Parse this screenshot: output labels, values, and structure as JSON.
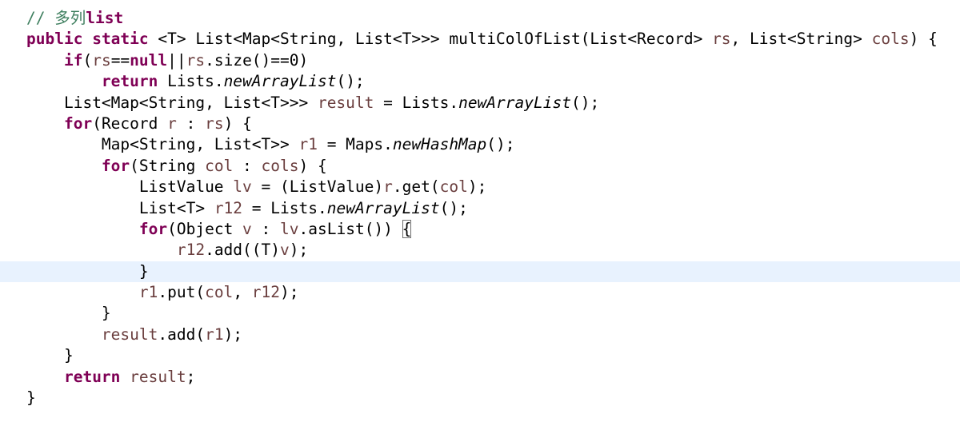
{
  "editor": {
    "current_line": 13,
    "lines": [
      {
        "indent": 0,
        "tokens": [
          {
            "t": "// ",
            "c": "comment"
          },
          {
            "t": "多列",
            "c": "comment-cjk"
          },
          {
            "t": "list",
            "c": "kw"
          }
        ]
      },
      {
        "indent": 0,
        "tokens": [
          {
            "t": "public",
            "c": "kw"
          },
          {
            "t": " "
          },
          {
            "t": "static",
            "c": "kw"
          },
          {
            "t": " <T> List<Map<String, List<T>>> multiColOfList(List<Record> "
          },
          {
            "t": "rs",
            "c": "var"
          },
          {
            "t": ", List<String> "
          },
          {
            "t": "cols",
            "c": "var"
          },
          {
            "t": ") {"
          }
        ]
      },
      {
        "indent": 1,
        "tokens": [
          {
            "t": "if",
            "c": "kw"
          },
          {
            "t": "("
          },
          {
            "t": "rs",
            "c": "var"
          },
          {
            "t": "=="
          },
          {
            "t": "null",
            "c": "kw"
          },
          {
            "t": "||"
          },
          {
            "t": "rs",
            "c": "var"
          },
          {
            "t": ".size()==0)"
          }
        ]
      },
      {
        "indent": 2,
        "tokens": [
          {
            "t": "return",
            "c": "kw"
          },
          {
            "t": " Lists."
          },
          {
            "t": "newArrayList",
            "c": "italic"
          },
          {
            "t": "();"
          }
        ]
      },
      {
        "indent": 1,
        "tokens": [
          {
            "t": "List<Map<String, List<T>>> "
          },
          {
            "t": "result",
            "c": "var"
          },
          {
            "t": " = Lists."
          },
          {
            "t": "newArrayList",
            "c": "italic"
          },
          {
            "t": "();"
          }
        ]
      },
      {
        "indent": 1,
        "tokens": [
          {
            "t": "for",
            "c": "kw"
          },
          {
            "t": "(Record "
          },
          {
            "t": "r",
            "c": "var"
          },
          {
            "t": " : "
          },
          {
            "t": "rs",
            "c": "var"
          },
          {
            "t": ") {"
          }
        ]
      },
      {
        "indent": 2,
        "tokens": [
          {
            "t": "Map<String, List<T>> "
          },
          {
            "t": "r1",
            "c": "var"
          },
          {
            "t": " = Maps."
          },
          {
            "t": "newHashMap",
            "c": "italic"
          },
          {
            "t": "();"
          }
        ]
      },
      {
        "indent": 2,
        "tokens": [
          {
            "t": "for",
            "c": "kw"
          },
          {
            "t": "(String "
          },
          {
            "t": "col",
            "c": "var"
          },
          {
            "t": " : "
          },
          {
            "t": "cols",
            "c": "var"
          },
          {
            "t": ") {"
          }
        ]
      },
      {
        "indent": 3,
        "tokens": [
          {
            "t": "ListValue "
          },
          {
            "t": "lv",
            "c": "var"
          },
          {
            "t": " = (ListValue)"
          },
          {
            "t": "r",
            "c": "var"
          },
          {
            "t": ".get("
          },
          {
            "t": "col",
            "c": "var"
          },
          {
            "t": ");"
          }
        ]
      },
      {
        "indent": 3,
        "tokens": [
          {
            "t": "List<T> "
          },
          {
            "t": "r12",
            "c": "var"
          },
          {
            "t": " = Lists."
          },
          {
            "t": "newArrayList",
            "c": "italic"
          },
          {
            "t": "();"
          }
        ]
      },
      {
        "indent": 3,
        "tokens": [
          {
            "t": "for",
            "c": "kw"
          },
          {
            "t": "(Object "
          },
          {
            "t": "v",
            "c": "var"
          },
          {
            "t": " : "
          },
          {
            "t": "lv",
            "c": "var"
          },
          {
            "t": ".asList()) "
          },
          {
            "t": "{",
            "c": "brace-match"
          }
        ]
      },
      {
        "indent": 4,
        "tokens": [
          {
            "t": "r12",
            "c": "var"
          },
          {
            "t": ".add((T)"
          },
          {
            "t": "v",
            "c": "var"
          },
          {
            "t": ");"
          }
        ]
      },
      {
        "indent": 3,
        "tokens": [
          {
            "t": "}"
          }
        ]
      },
      {
        "indent": 3,
        "tokens": [
          {
            "t": "r1",
            "c": "var"
          },
          {
            "t": ".put("
          },
          {
            "t": "col",
            "c": "var"
          },
          {
            "t": ", "
          },
          {
            "t": "r12",
            "c": "var"
          },
          {
            "t": ");"
          }
        ]
      },
      {
        "indent": 2,
        "tokens": [
          {
            "t": "}"
          }
        ]
      },
      {
        "indent": 2,
        "tokens": [
          {
            "t": "result",
            "c": "var"
          },
          {
            "t": ".add("
          },
          {
            "t": "r1",
            "c": "var"
          },
          {
            "t": ");"
          }
        ]
      },
      {
        "indent": 1,
        "tokens": [
          {
            "t": "}"
          }
        ]
      },
      {
        "indent": 1,
        "tokens": [
          {
            "t": "return",
            "c": "kw"
          },
          {
            "t": " "
          },
          {
            "t": "result",
            "c": "var"
          },
          {
            "t": ";"
          }
        ]
      },
      {
        "indent": 0,
        "tokens": [
          {
            "t": "}"
          }
        ]
      }
    ]
  },
  "colors": {
    "keyword": "#7f0055",
    "variable": "#6a3e3e",
    "comment": "#3f7f5f",
    "current_line_bg": "#e8f2fe"
  }
}
